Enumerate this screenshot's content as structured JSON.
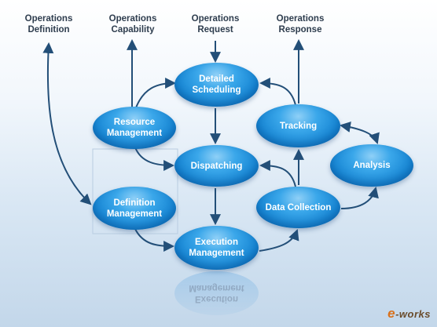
{
  "top_labels": [
    {
      "line1": "Operations",
      "line2": "Definition"
    },
    {
      "line1": "Operations",
      "line2": "Capability"
    },
    {
      "line1": "Operations",
      "line2": "Request"
    },
    {
      "line1": "Operations",
      "line2": "Response"
    }
  ],
  "nodes": {
    "detailed_scheduling": {
      "line1": "Detailed",
      "line2": "Scheduling"
    },
    "resource_management": {
      "line1": "Resource",
      "line2": "Management"
    },
    "tracking": {
      "line1": "Tracking"
    },
    "dispatching": {
      "line1": "Dispatching"
    },
    "analysis": {
      "line1": "Analysis"
    },
    "definition_management": {
      "line1": "Definition",
      "line2": "Management"
    },
    "data_collection": {
      "line1": "Data Collection"
    },
    "execution_management": {
      "line1": "Execution",
      "line2": "Management"
    }
  },
  "reflection": {
    "line1": "Execution",
    "line2": "Management"
  },
  "watermark": {
    "prefix": "e",
    "suffix": "-works"
  },
  "colors": {
    "node_fill": "#1a8ad6",
    "arrow": "#234f78",
    "label": "#2e3d4e",
    "background_bottom": "#c3d7ea"
  }
}
